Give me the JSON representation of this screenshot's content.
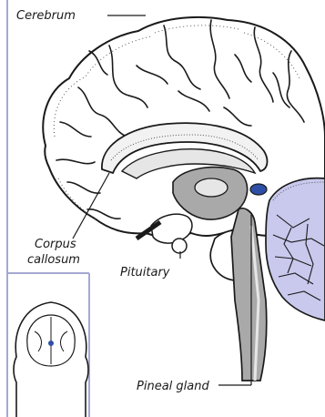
{
  "labels": {
    "cerebrum": "Cerebrum",
    "corpus_callosum_line1": "Corpus",
    "corpus_callosum_line2": "callosum",
    "pituitary": "Pituitary",
    "pineal_gland": "Pineal gland"
  },
  "colors": {
    "frame": "#a6a9d3",
    "cerebellum_fill": "#c9c9ee",
    "pineal_fill": "#2e4fa6",
    "deep_structure_fill": "#a9a9a9",
    "ventricle_fill": "#e6e6e6"
  }
}
